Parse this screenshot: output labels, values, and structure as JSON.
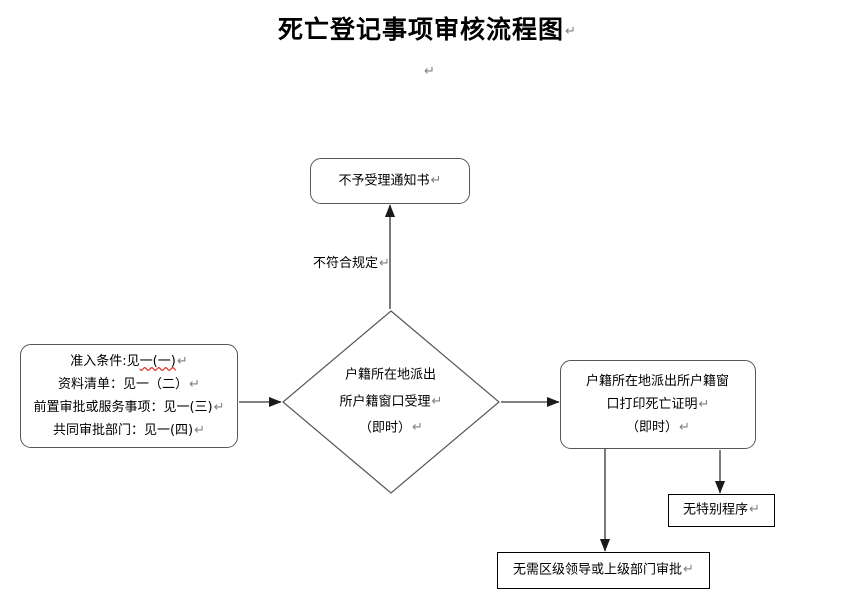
{
  "page": {
    "title": "死亡登记事项审核流程图",
    "title_mark": "↵",
    "standalone_mark": "↵",
    "background_color": "#ffffff",
    "text_color": "#000000",
    "spellcheck_color": "#d83a33",
    "node_border_color": "#575757",
    "connector_color": "#595959"
  },
  "nodes": {
    "reject_notice": {
      "label": "不予受理通知书",
      "mark": "↵",
      "shape": "rounded-rectangle"
    },
    "conditions": {
      "shape": "rounded-rectangle",
      "lines": [
        {
          "text": "准入条件:见",
          "emphasis": "一(一)",
          "mark": "↵"
        },
        {
          "text": "资料清单：见一（二）",
          "emphasis": "",
          "mark": "↵"
        },
        {
          "text": "前置审批或服务事项：见一(三)",
          "emphasis": "",
          "mark": "↵"
        },
        {
          "text": "共同审批部门：见一(四)",
          "emphasis": "",
          "mark": "↵"
        }
      ]
    },
    "accept_decision": {
      "shape": "diamond",
      "lines": [
        {
          "text": "户籍所在地派出",
          "mark": ""
        },
        {
          "text": "所户籍窗口受理",
          "mark": "↵"
        },
        {
          "text": "（即时）",
          "mark": "↵"
        }
      ]
    },
    "print_certificate": {
      "shape": "rounded-rectangle",
      "lines": [
        {
          "text": "户籍所在地派出所户籍窗",
          "mark": ""
        },
        {
          "text": "口打印死亡证明",
          "mark": "↵"
        },
        {
          "text": "（即时）",
          "mark": "↵"
        }
      ]
    },
    "no_special_procedure": {
      "label": "无特别程序",
      "mark": "↵",
      "shape": "rectangle"
    },
    "no_higher_approval": {
      "label": "无需区级领导或上级部门审批",
      "mark": "↵",
      "shape": "rectangle"
    }
  },
  "edges": {
    "reject_branch_label": "不符合规定",
    "reject_branch_mark": "↵"
  }
}
